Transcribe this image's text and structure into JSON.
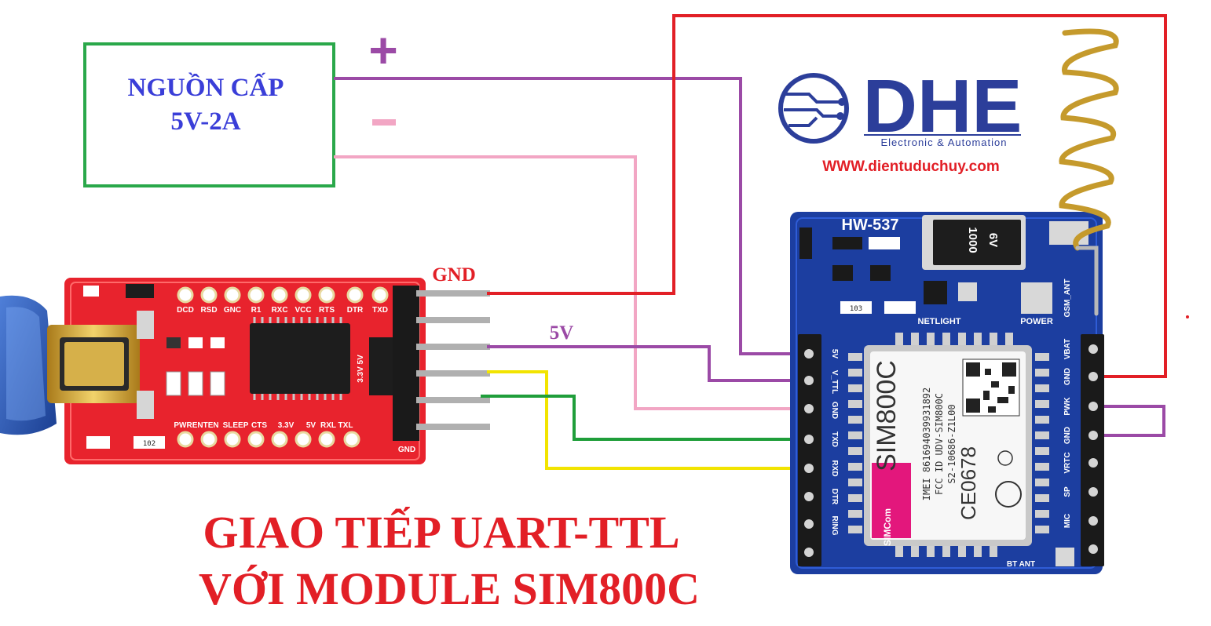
{
  "power_supply": {
    "line1": "NGUỒN CẤP",
    "line2": "5V-2A",
    "plus": "+",
    "minus": "-"
  },
  "labels": {
    "gnd": "GND",
    "v5": "5V"
  },
  "title": {
    "line1": "GIAO TIẾP UART-TTL",
    "line2": "VỚI MODULE SIM800C"
  },
  "brand": {
    "logo": "DHE",
    "tagline": "Electronic & Automation",
    "website": "WWW.dientuduchuy.com"
  },
  "ftdi_board": {
    "top_pins": [
      "DCD",
      "RSD",
      "GNC",
      "R1",
      "RXC",
      "VCC",
      "RTS",
      "DTR",
      "TXD"
    ],
    "bottom_pins": [
      "PWRENTEN",
      "SLEEP",
      "CTS",
      "3.3V",
      "5V",
      "RXL",
      "TXL"
    ],
    "gnd_pin": "GND",
    "resistor": "102",
    "jumper": "3.3V 5V"
  },
  "sim_board": {
    "name": "HW-537",
    "capacitor": [
      "1000",
      "6V"
    ],
    "resistor": "103",
    "led_net": "NETLIGHT",
    "led_power": "POWER",
    "antenna_label": "GSM_ANT",
    "left_pins": [
      "5V",
      "V_TTL",
      "GND",
      "TXD",
      "RXD",
      "DTR",
      "RING"
    ],
    "right_pins": [
      "VBAT",
      "GND",
      "PWK",
      "GND",
      "VRTC",
      "SP",
      "MIC"
    ],
    "bt_label": "BT ANT",
    "chip": {
      "name": "SIM800C",
      "imei": "IMEI 861694039931892",
      "fcc": "FCC ID UDV-SIM800C",
      "code": "S2-10686-Z1L00",
      "ce": "CE0678",
      "brand": "SIMCom"
    }
  },
  "colors": {
    "wire_power": "#9b4aa6",
    "wire_ground": "#f2a6c4",
    "wire_red": "#e21f26",
    "wire_green": "#1f9e3a",
    "wire_yellow": "#f2e400",
    "box": "#2aa84a",
    "title": "#e21f26",
    "supply_text": "#3a3ed8"
  }
}
